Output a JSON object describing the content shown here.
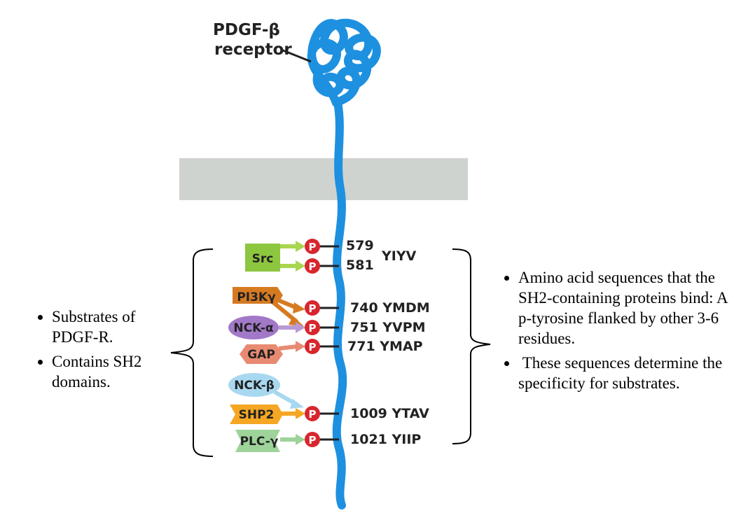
{
  "receptor": {
    "name_line1": "PDGF-β",
    "name_line2": "receptor"
  },
  "colors": {
    "receptor": "#1e90e0",
    "membrane": "#cfd3d0",
    "phospho": "#d8262e",
    "src": "#8dc63f",
    "pi3k": "#d67a22",
    "nck_alpha": "#a278c8",
    "gap": "#e88a72",
    "nck_beta": "#a8d8f0",
    "shp2": "#f5a623",
    "plc": "#9ed39a"
  },
  "phospho_label": "P",
  "sites": {
    "s579": "579",
    "s581": "581",
    "motif_579_581": "YIYV",
    "s740": "740 YMDM",
    "s751": "751 YVPM",
    "s771": "771 YMAP",
    "s1009": "1009 YTAV",
    "s1021": "1021 YIIP"
  },
  "proteins": {
    "src": "Src",
    "pi3k": "PI3Kγ",
    "nck_alpha": "NCK-α",
    "gap": "GAP",
    "nck_beta": "NCK-β",
    "shp2": "SHP2",
    "plc": "PLC-γ"
  },
  "left_notes": [
    "Substrates of PDGF-R.",
    "Contains SH2 domains."
  ],
  "right_notes": [
    "Amino acid sequences that the SH2-containing proteins bind: A p-tyrosine flanked by other 3-6 residues.",
    " These sequences determine the specificity for substrates."
  ]
}
